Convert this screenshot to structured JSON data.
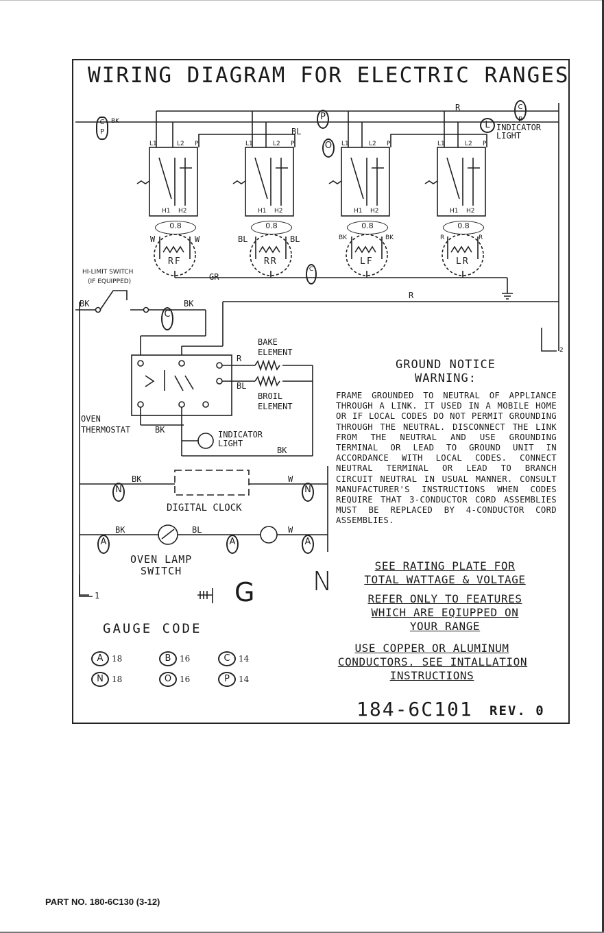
{
  "title": "WIRING DIAGRAM FOR ELECTRIC RANGES",
  "wire_colors": {
    "bk": "BK",
    "bl": "BL",
    "r": "R",
    "w": "W",
    "gr": "GR"
  },
  "terminals": {
    "l1": "L1",
    "l2": "L2",
    "p": "P",
    "h1": "H1",
    "h2": "H2"
  },
  "gauge_circles": {
    "a": "A",
    "b": "B",
    "c": "C",
    "n": "N",
    "o": "O",
    "p": "P",
    "cp": "C P"
  },
  "surface_units": [
    {
      "label": "RF",
      "wire": "W"
    },
    {
      "label": "RR",
      "wire": "BL"
    },
    {
      "label": "LF",
      "wire": "BK"
    },
    {
      "label": "LR",
      "wire": "R"
    }
  ],
  "fuse_label": "0.8",
  "labels": {
    "indicator_light_top": "INDICATOR\nLIGHT",
    "hi_limit": "HI-LIMIT SWITCH",
    "if_equipped": "(IF EQUIPPED)",
    "bake_element": "BAKE\nELEMENT",
    "broil_element": "BROIL\nELEMENT",
    "oven_thermostat": "OVEN\nTHERMOSTAT",
    "indicator_light_oven": "INDICATOR\nLIGHT",
    "digital_clock": "DIGITAL CLOCK",
    "oven_lamp_switch": "OVEN LAMP\nSWITCH",
    "g": "G",
    "n": "N",
    "one": "1",
    "two": "2"
  },
  "notice": {
    "heading": "GROUND NOTICE",
    "warning": "WARNING:",
    "body": "FRAME GROUNDED TO NEUTRAL OF APPLIANCE THROUGH A LINK. IT USED IN A MOBILE HOME OR IF LOCAL CODES DO NOT PERMIT GROUNDING THROUGH THE NEUTRAL. DISCONNECT THE LINK FROM THE NEUTRAL AND USE GROUNDING TERMINAL OR LEAD TO GROUND UNIT IN ACCORDANCE WITH LOCAL CODES. CONNECT NEUTRAL TERMINAL OR LEAD TO BRANCH CIRCUIT NEUTRAL IN USUAL MANNER. CONSULT MANUFACTURER'S INSTRUCTIONS WHEN CODES REQUIRE THAT 3-CONDUCTOR CORD ASSEMBLIES MUST BE REPLACED BY 4-CONDUCTOR CORD ASSEMBLIES."
  },
  "notes": {
    "rating_1": "SEE RATING PLATE FOR",
    "rating_2": "TOTAL WATTAGE & VOLTAGE",
    "features_1": "REFER ONLY TO FEATURES",
    "features_2": "WHICH ARE EQIUPPED ON",
    "features_3": "YOUR RANGE",
    "copper_1": "USE COPPER OR ALUMINUM",
    "copper_2": "CONDUCTORS. SEE INTALLATION",
    "copper_3": "INSTRUCTIONS"
  },
  "gauge": {
    "title": "GAUGE CODE",
    "items": [
      {
        "letter": "A",
        "gauge": "18"
      },
      {
        "letter": "B",
        "gauge": "16"
      },
      {
        "letter": "C",
        "gauge": "14"
      },
      {
        "letter": "N",
        "gauge": "18"
      },
      {
        "letter": "O",
        "gauge": "16"
      },
      {
        "letter": "P",
        "gauge": "14"
      }
    ]
  },
  "drawing_number": "184-6C101",
  "revision": "REV. 0",
  "part_number": "PART NO. 180-6C130 (3-12)"
}
